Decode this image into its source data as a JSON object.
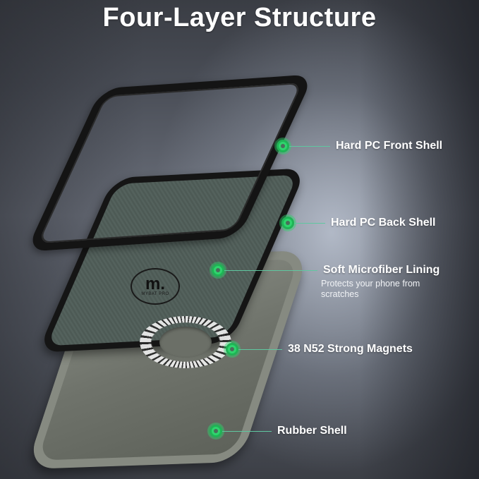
{
  "title": "Four-Layer Structure",
  "brand": {
    "logo_mark": "m.",
    "logo_text": "MYBAT PRO"
  },
  "colors": {
    "accent_green": "#2fd46d",
    "connector_line": "#5fc7a0",
    "title_text": "#ffffff"
  },
  "callouts": [
    {
      "label": "Hard PC Front Shell",
      "icon": "green-dot-marker"
    },
    {
      "label": "Hard PC Back Shell",
      "icon": "green-dot-marker"
    },
    {
      "label": "Soft Microfiber Lining",
      "description": "Protects your phone from scratches",
      "description_lines": [
        "Protects your phone from",
        "scratches"
      ],
      "icon": "green-dot-marker"
    },
    {
      "label": "38 N52 Strong Magnets",
      "icon": "green-dot-marker"
    },
    {
      "label": "Rubber Shell",
      "icon": "green-dot-marker"
    }
  ]
}
